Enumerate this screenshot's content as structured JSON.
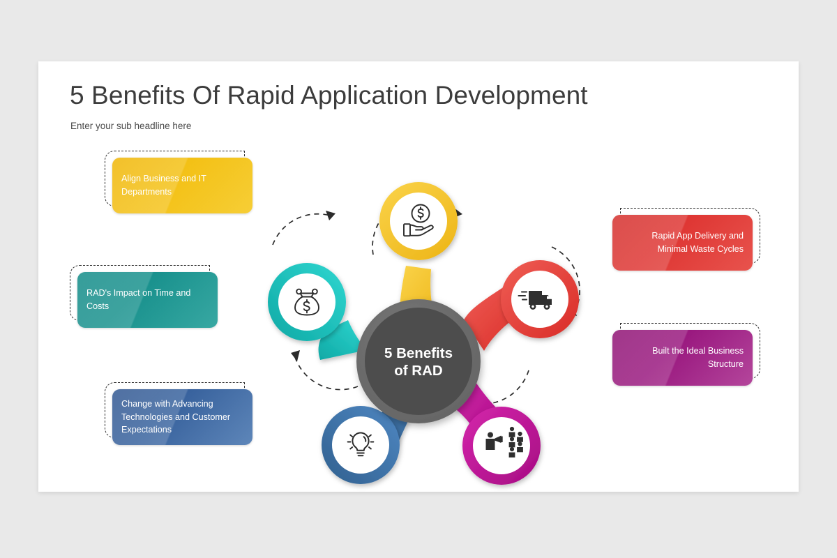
{
  "slide": {
    "title": "5 Benefits Of Rapid Application Development",
    "subtitle": "Enter your sub headline here",
    "background_color": "#e9e9e9",
    "canvas_color": "#ffffff"
  },
  "hub": {
    "line1": "5 Benefits",
    "line2": "of RAD",
    "ring_color": "#6b6b6b",
    "core_color": "#4d4d4d",
    "text_color": "#ffffff"
  },
  "nodes": [
    {
      "id": "money-in-hand",
      "icon": "hand-holding-coin-icon",
      "color": "#f7c92e",
      "color_dark": "#e8b51c",
      "position": "top"
    },
    {
      "id": "delivery-truck",
      "icon": "delivery-truck-icon",
      "color": "#e8413c",
      "color_dark": "#d62e2a",
      "position": "upper-right"
    },
    {
      "id": "audience-megaphone",
      "icon": "megaphone-audience-icon",
      "color": "#c2119a",
      "color_dark": "#a50c83",
      "position": "lower-right"
    },
    {
      "id": "lightbulb",
      "icon": "lightbulb-icon",
      "color": "#3f76b0",
      "color_dark": "#33629a",
      "position": "lower-left"
    },
    {
      "id": "money-bag",
      "icon": "money-bag-icon",
      "color": "#1bc5c5",
      "color_dark": "#11adad",
      "position": "upper-left"
    }
  ],
  "callouts": [
    {
      "id": "align-business-it",
      "text": "Align Business and IT Departments",
      "color": "#f3bf10",
      "side": "left"
    },
    {
      "id": "rad-impact-time-costs",
      "text": "RAD's Impact on Time and Costs",
      "color": "#158f8b",
      "side": "left"
    },
    {
      "id": "change-advancing-technologies",
      "text": "Change with Advancing Technologies and Customer Expectations",
      "color": "#35609c",
      "side": "left"
    },
    {
      "id": "rapid-app-delivery",
      "text": "Rapid App Delivery and Minimal Waste Cycles",
      "color": "#de3330",
      "side": "right"
    },
    {
      "id": "ideal-business-structure",
      "text": "Built the Ideal Business Structure",
      "color": "#98157d",
      "side": "right"
    }
  ]
}
